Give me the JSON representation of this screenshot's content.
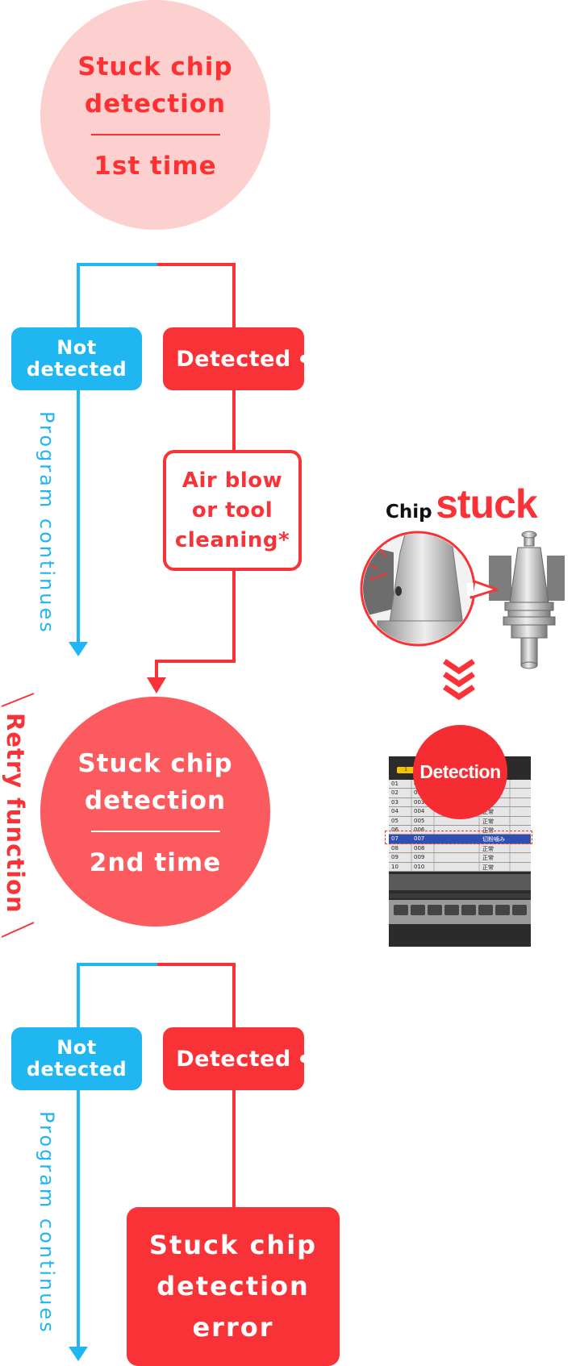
{
  "first_check": {
    "title_line1": "Stuck chip",
    "title_line2": "detection",
    "subtitle": "1st time"
  },
  "second_check": {
    "title_line1": "Stuck chip",
    "title_line2": "detection",
    "subtitle": "2nd time"
  },
  "branch1": {
    "not_detected_line1": "Not",
    "not_detected_line2": "detected",
    "detected": "Detected",
    "program_continues": "Program continues"
  },
  "action": {
    "line1": "Air blow",
    "line2": "or tool",
    "line3": "cleaning*"
  },
  "retry_label": "Retry function",
  "branch2": {
    "not_detected_line1": "Not",
    "not_detected_line2": "detected",
    "detected": "Detected",
    "program_continues": "Program continues"
  },
  "error": {
    "line1": "Stuck chip",
    "line2": "detection",
    "line3": "error"
  },
  "illustration": {
    "label_small": "Chip",
    "label_big": "stuck",
    "badge": "Detection",
    "screen_tab": "1",
    "rows": [
      {
        "no": "01",
        "id": "0",
        "status": ""
      },
      {
        "no": "02",
        "id": "002",
        "status": ""
      },
      {
        "no": "03",
        "id": "003",
        "status": ""
      },
      {
        "no": "04",
        "id": "004",
        "status": "正常"
      },
      {
        "no": "05",
        "id": "005",
        "status": "正常"
      },
      {
        "no": "06",
        "id": "006",
        "status": "正常"
      },
      {
        "no": "07",
        "id": "007",
        "status": "切粉噛み"
      },
      {
        "no": "08",
        "id": "008",
        "status": "正常"
      },
      {
        "no": "09",
        "id": "009",
        "status": "正常"
      },
      {
        "no": "10",
        "id": "010",
        "status": "正常"
      }
    ]
  },
  "colors": {
    "red": "#f83237",
    "blue": "#1fb6f2",
    "pink": "#fdd0d0",
    "salmon": "#fb5b5f"
  }
}
